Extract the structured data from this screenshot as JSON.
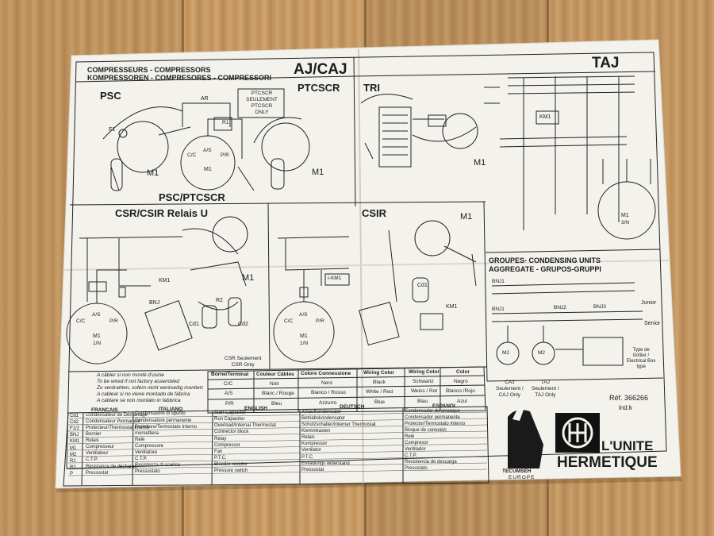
{
  "sheet": {
    "header_fr_en": "COMPRESSEURS - COMPRESSORS",
    "header_de_es_it": "KOMPRESSOREN - COMPRESORES - COMPRESSORI",
    "model_left": "AJ/CAJ",
    "model_right": "TAJ",
    "psc": "PSC",
    "ptcscr": "PTCSCR",
    "tri": "TRI",
    "psc_ptcscr": "PSC/PTCSCR",
    "ptcscr_note": [
      "PTCSCR",
      "SEULEMENT",
      "PTCSCR",
      "ONLY"
    ],
    "csr_csir": "CSR/CSIR Relais U",
    "csir": "CSIR",
    "groupes": "GROUPES- CONDENSING UNITS",
    "aggregate": "AGGREGATE - GRUPOS-GRUPPI",
    "ref": "Réf. 366266",
    "ind": "ind.k",
    "junior": "Junior",
    "senior": "Senior",
    "type_note": [
      "Type de",
      "boîtier /",
      "Electrical Box",
      "type"
    ],
    "caj_note": [
      "CAJ",
      "Seulement /",
      "CAJ Only"
    ],
    "taj_note": [
      "TAJ",
      "Seulement /",
      "TAJ Only"
    ],
    "csr_note": [
      "CSR Seulement",
      "CSR Only"
    ],
    "brand_name": [
      "L'UNITE",
      "HERMETIQUE"
    ],
    "tecumseh": [
      "TECUMSEH",
      "EUROPE"
    ],
    "wiring_notes": [
      "A câbler si non monté d'usine",
      "To be wired if not factory assembled",
      "Zu verdrahten, sofern nicht werkseitig montiert",
      "A cablear si no viene montado de fábrica",
      "A cablare se non montato in fabbrica"
    ],
    "color_table": {
      "headers": [
        "Borne/Terminal",
        "Couleur Câbles",
        "Colore Connessione",
        "Wiring Color",
        "Wiring Color",
        "Color"
      ],
      "rows": [
        [
          "C/C",
          "Noir",
          "Nero",
          "Black",
          "Schwartz",
          "Negro"
        ],
        [
          "A/S",
          "Blanc / Rouge",
          "Bianco / Rosso",
          "White / Red",
          "Weiss / Rot",
          "Blanco /Rojo"
        ],
        [
          "P/R",
          "Bleu",
          "Azzurro",
          "Blue",
          "Blau",
          "Azul"
        ]
      ]
    },
    "legend": {
      "headers": [
        "FRANCAIS",
        "ITALIANO",
        "ENGLISH",
        "DEUTSCH",
        "ESPANOL"
      ],
      "rows": [
        [
          "Cd1",
          "Condensateur de Démarrage",
          "Condensatore di spunto",
          "Start Capacitor",
          "Anlaufkondensator",
          "Condensador de arranque"
        ],
        [
          "Cd2",
          "Condensateur Permanent",
          "Condensatore permanente",
          "Run Capacitor",
          "Betriebskondensator",
          "Condensador permanente"
        ],
        [
          "F1/2",
          "Protecteur/Thermostat Interne",
          "Protettore/Termostato Interno",
          "Overload/Internal Thermostat",
          "Schutzschalter/Interner Thermostat",
          "Protector/Termostato Interno"
        ],
        [
          "BNJ",
          "Bornier",
          "morsettiera",
          "Connector block",
          "Klemmkasten",
          "Bloque de conexión"
        ],
        [
          "KM1",
          "Relais",
          "Relè",
          "Relay",
          "Relais",
          "Relé"
        ],
        [
          "M1",
          "Compresseur",
          "Compressore",
          "Compressor",
          "Kompressor",
          "Compresor"
        ],
        [
          "M2",
          "Ventilateur",
          "Ventilatore",
          "Fan",
          "Ventilator",
          "Ventilador"
        ],
        [
          "R1",
          "C.T.P.",
          "C.T.P.",
          "P.T.C.",
          "P.T.C.",
          "C.T.P."
        ],
        [
          "R2",
          "Résistance de décharge",
          "Resistenza di scarica",
          "Bleeder resistor",
          "Entladungs widerstand",
          "Resistencia de descarga"
        ],
        [
          "P",
          "Pressostat",
          "Pressostato",
          "Pressure switch",
          "Pressostat",
          "Presostato"
        ]
      ]
    },
    "labels": {
      "m1": "M1",
      "f1": "F1",
      "ar": "AR",
      "cd1": "Cd1",
      "cd2": "Cd2",
      "cc": "C/C",
      "as": "A/S",
      "pr": "P/R",
      "r1": "R1",
      "r2": "R2",
      "km1": "KM1",
      "bnj": "BNJ",
      "m2": "M2",
      "one_n": "1/N",
      "three_n": "3/N",
      "bnj1": "BNJ1",
      "bnj2": "BNJ2",
      "bnj3": "BNJ3",
      "km1_box": "I-KM1"
    }
  }
}
